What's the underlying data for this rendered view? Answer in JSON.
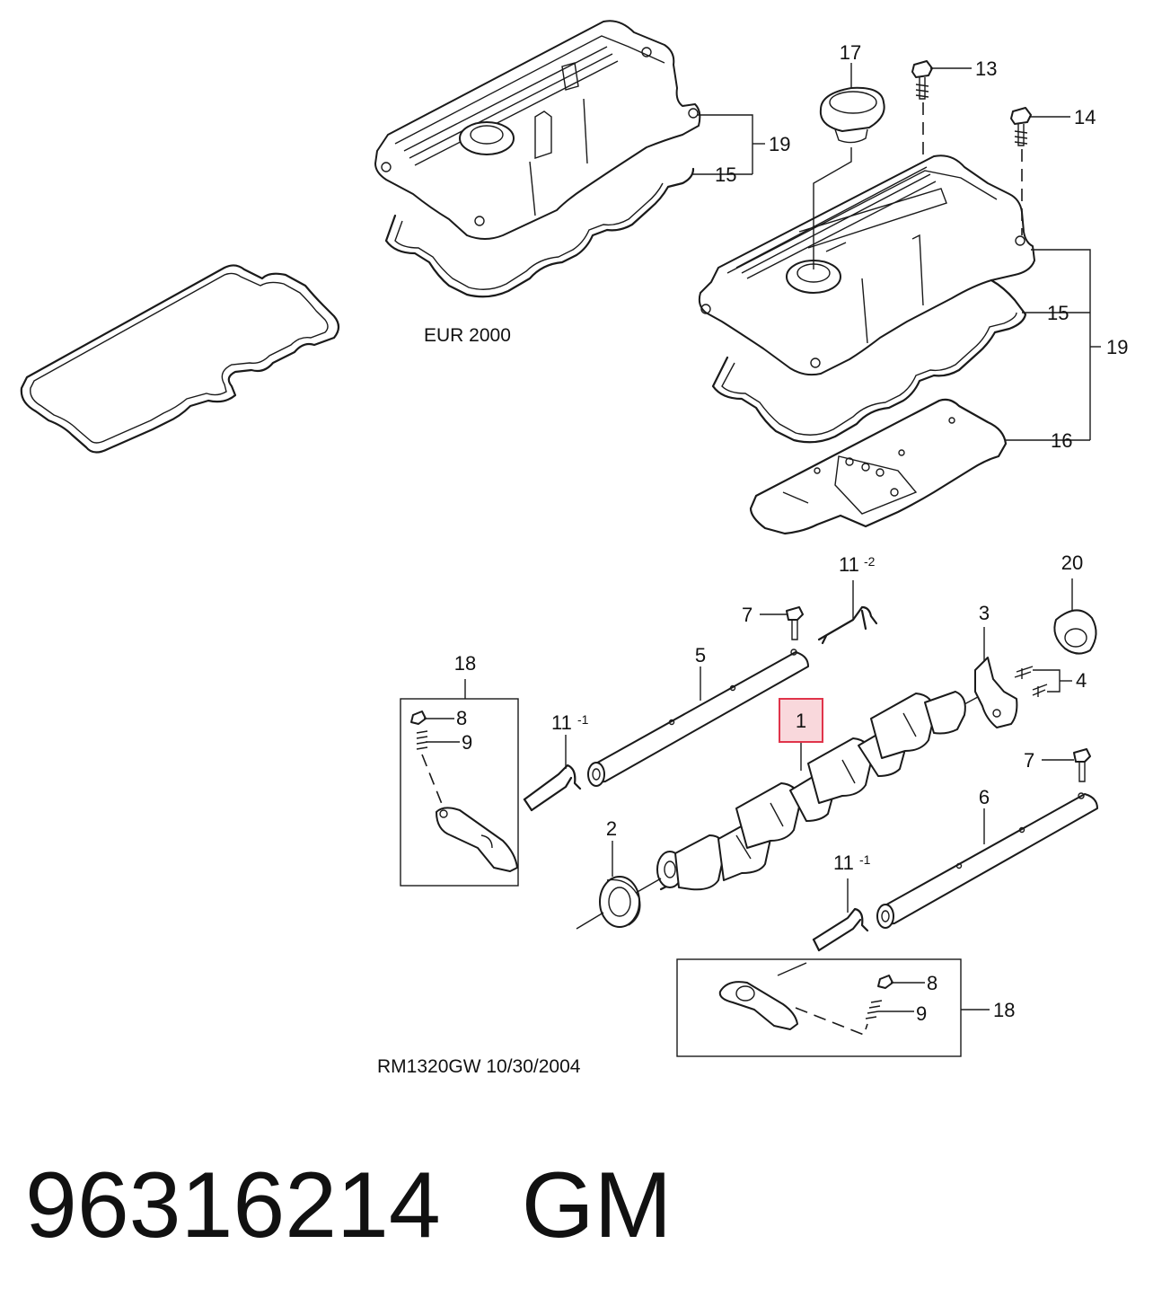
{
  "callouts": {
    "c1": "1",
    "c2": "2",
    "c3": "3",
    "c4": "4",
    "c5": "5",
    "c6": "6",
    "c7a": "7",
    "c7b": "7",
    "c8a": "8",
    "c8b": "8",
    "c9a": "9",
    "c9b": "9",
    "c11a": "11",
    "c11a_sup": "-2",
    "c11b": "11",
    "c11b_sup": "-1",
    "c11c": "11",
    "c11c_sup": "-1",
    "c13": "13",
    "c14": "14",
    "c15a": "15",
    "c15b": "15",
    "c16": "16",
    "c17": "17",
    "c18a": "18",
    "c18b": "18",
    "c19a": "19",
    "c19b": "19",
    "c20": "20"
  },
  "labels": {
    "variant": "EUR 2000",
    "drawing_ref": "RM1320GW  10/30/2004"
  },
  "footer": {
    "part_number": "96316214",
    "brand": "GM"
  },
  "highlight": {
    "callout": "1",
    "color": "#e0344a",
    "fill": "#f9d8dc"
  }
}
